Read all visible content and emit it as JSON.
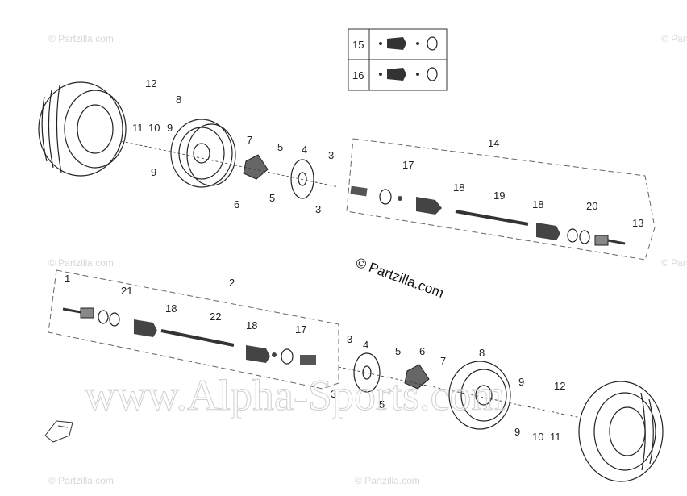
{
  "watermark_site": "© Partzilla.com",
  "watermark_big": "www.Alpha-Sports.com",
  "watermark_small": "© Partzilla.com",
  "legend": {
    "rows": [
      {
        "num": "15"
      },
      {
        "num": "16"
      }
    ]
  },
  "callouts": {
    "top": [
      "12",
      "8",
      "10",
      "11",
      "9",
      "9",
      "7",
      "5",
      "5",
      "6",
      "4",
      "3",
      "3",
      "14",
      "17",
      "18",
      "19",
      "18",
      "20",
      "13"
    ],
    "bottom": [
      "1",
      "21",
      "2",
      "18",
      "22",
      "18",
      "17",
      "3",
      "4",
      "3",
      "5",
      "6",
      "5",
      "7",
      "8",
      "9",
      "9",
      "10",
      "11",
      "12"
    ]
  }
}
